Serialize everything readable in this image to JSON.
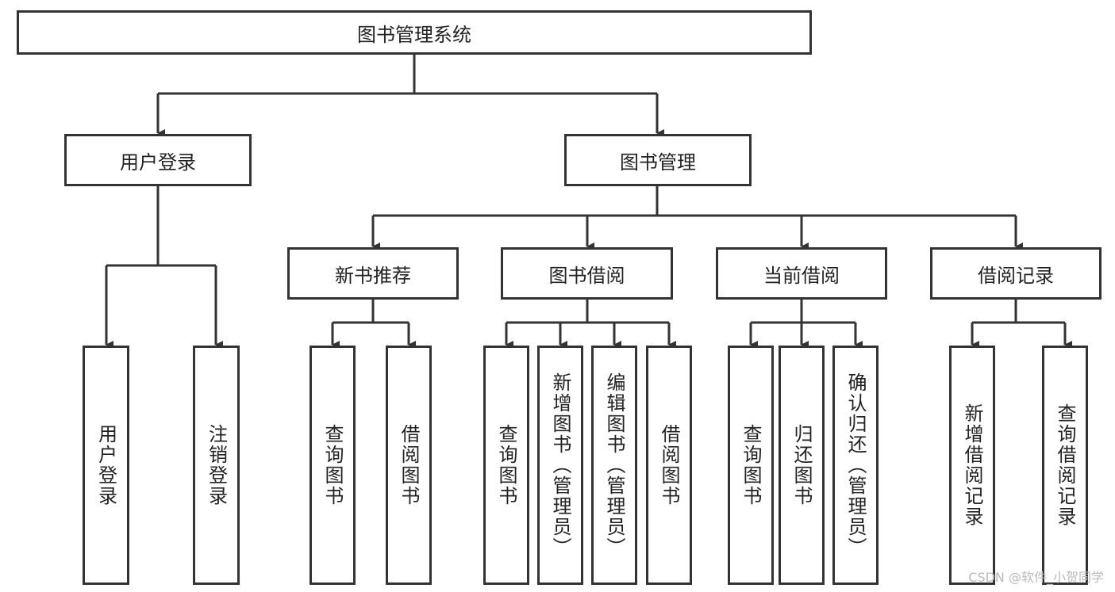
{
  "root": "图书管理系统",
  "level1": [
    "用户登录",
    "图书管理"
  ],
  "user_children": [
    "用户登录",
    "注销登录"
  ],
  "modules": [
    "新书推荐",
    "图书借阅",
    "当前借阅",
    "借阅记录"
  ],
  "new_book_children": [
    "查询图书",
    "借阅图书"
  ],
  "borrow_children": [
    "查询图书",
    "新增图书（管理员）",
    "编辑图书（管理员）",
    "借阅图书"
  ],
  "current_children": [
    "查询图书",
    "归还图书",
    "确认归还（管理员）"
  ],
  "record_children": [
    "新增借阅记录",
    "查询借阅记录"
  ],
  "watermark": "CSDN @软件_小贺同学",
  "colors": {
    "line": "#333333",
    "background": "#ffffff"
  }
}
